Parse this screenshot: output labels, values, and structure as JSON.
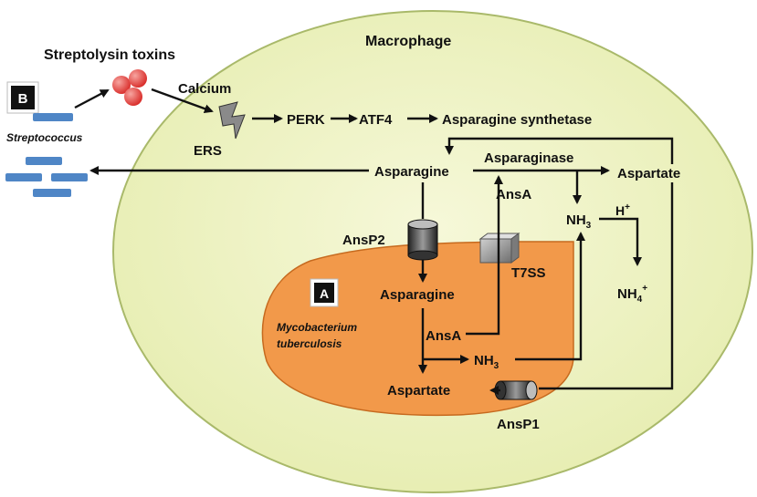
{
  "macrophage_label": "Macrophage",
  "streptolysin_label": "Streptolysin toxins",
  "streptococcus_label": "Streptococcus",
  "box_b": "B",
  "box_a": "A",
  "calcium": "Calcium",
  "ers": "ERS",
  "perk": "PERK",
  "atf4": "ATF4",
  "asparagine_synthetase": "Asparagine synthetase",
  "asparagine_host": "Asparagine",
  "asparaginase": "Asparaginase",
  "aspartate_host": "Aspartate",
  "ansa_host": "AnsA",
  "nh3_host_main": "NH",
  "nh3_host_sub": "3",
  "h_plus_main": "H",
  "h_plus_sup": "+",
  "nh4_main": "NH",
  "nh4_sub": "4",
  "nh4_sup": "+",
  "ansp2": "AnsP2",
  "t7ss": "T7SS",
  "asparagine_mtb": "Asparagine",
  "mtb_name_line1": "Mycobacterium",
  "mtb_name_line2": "tuberculosis",
  "ansa_mtb": "AnsA",
  "nh3_mtb_main": "NH",
  "nh3_mtb_sub": "3",
  "aspartate_mtb": "Aspartate",
  "ansp1": "AnsP1",
  "colors": {
    "cell_fill": "#eef2c4",
    "cell_stroke": "#a9b96a",
    "mtb_fill": "#f2994a",
    "mtb_stroke": "#c66a1f",
    "toxin": "#e0312e",
    "bacteria": "#4f86c6"
  }
}
